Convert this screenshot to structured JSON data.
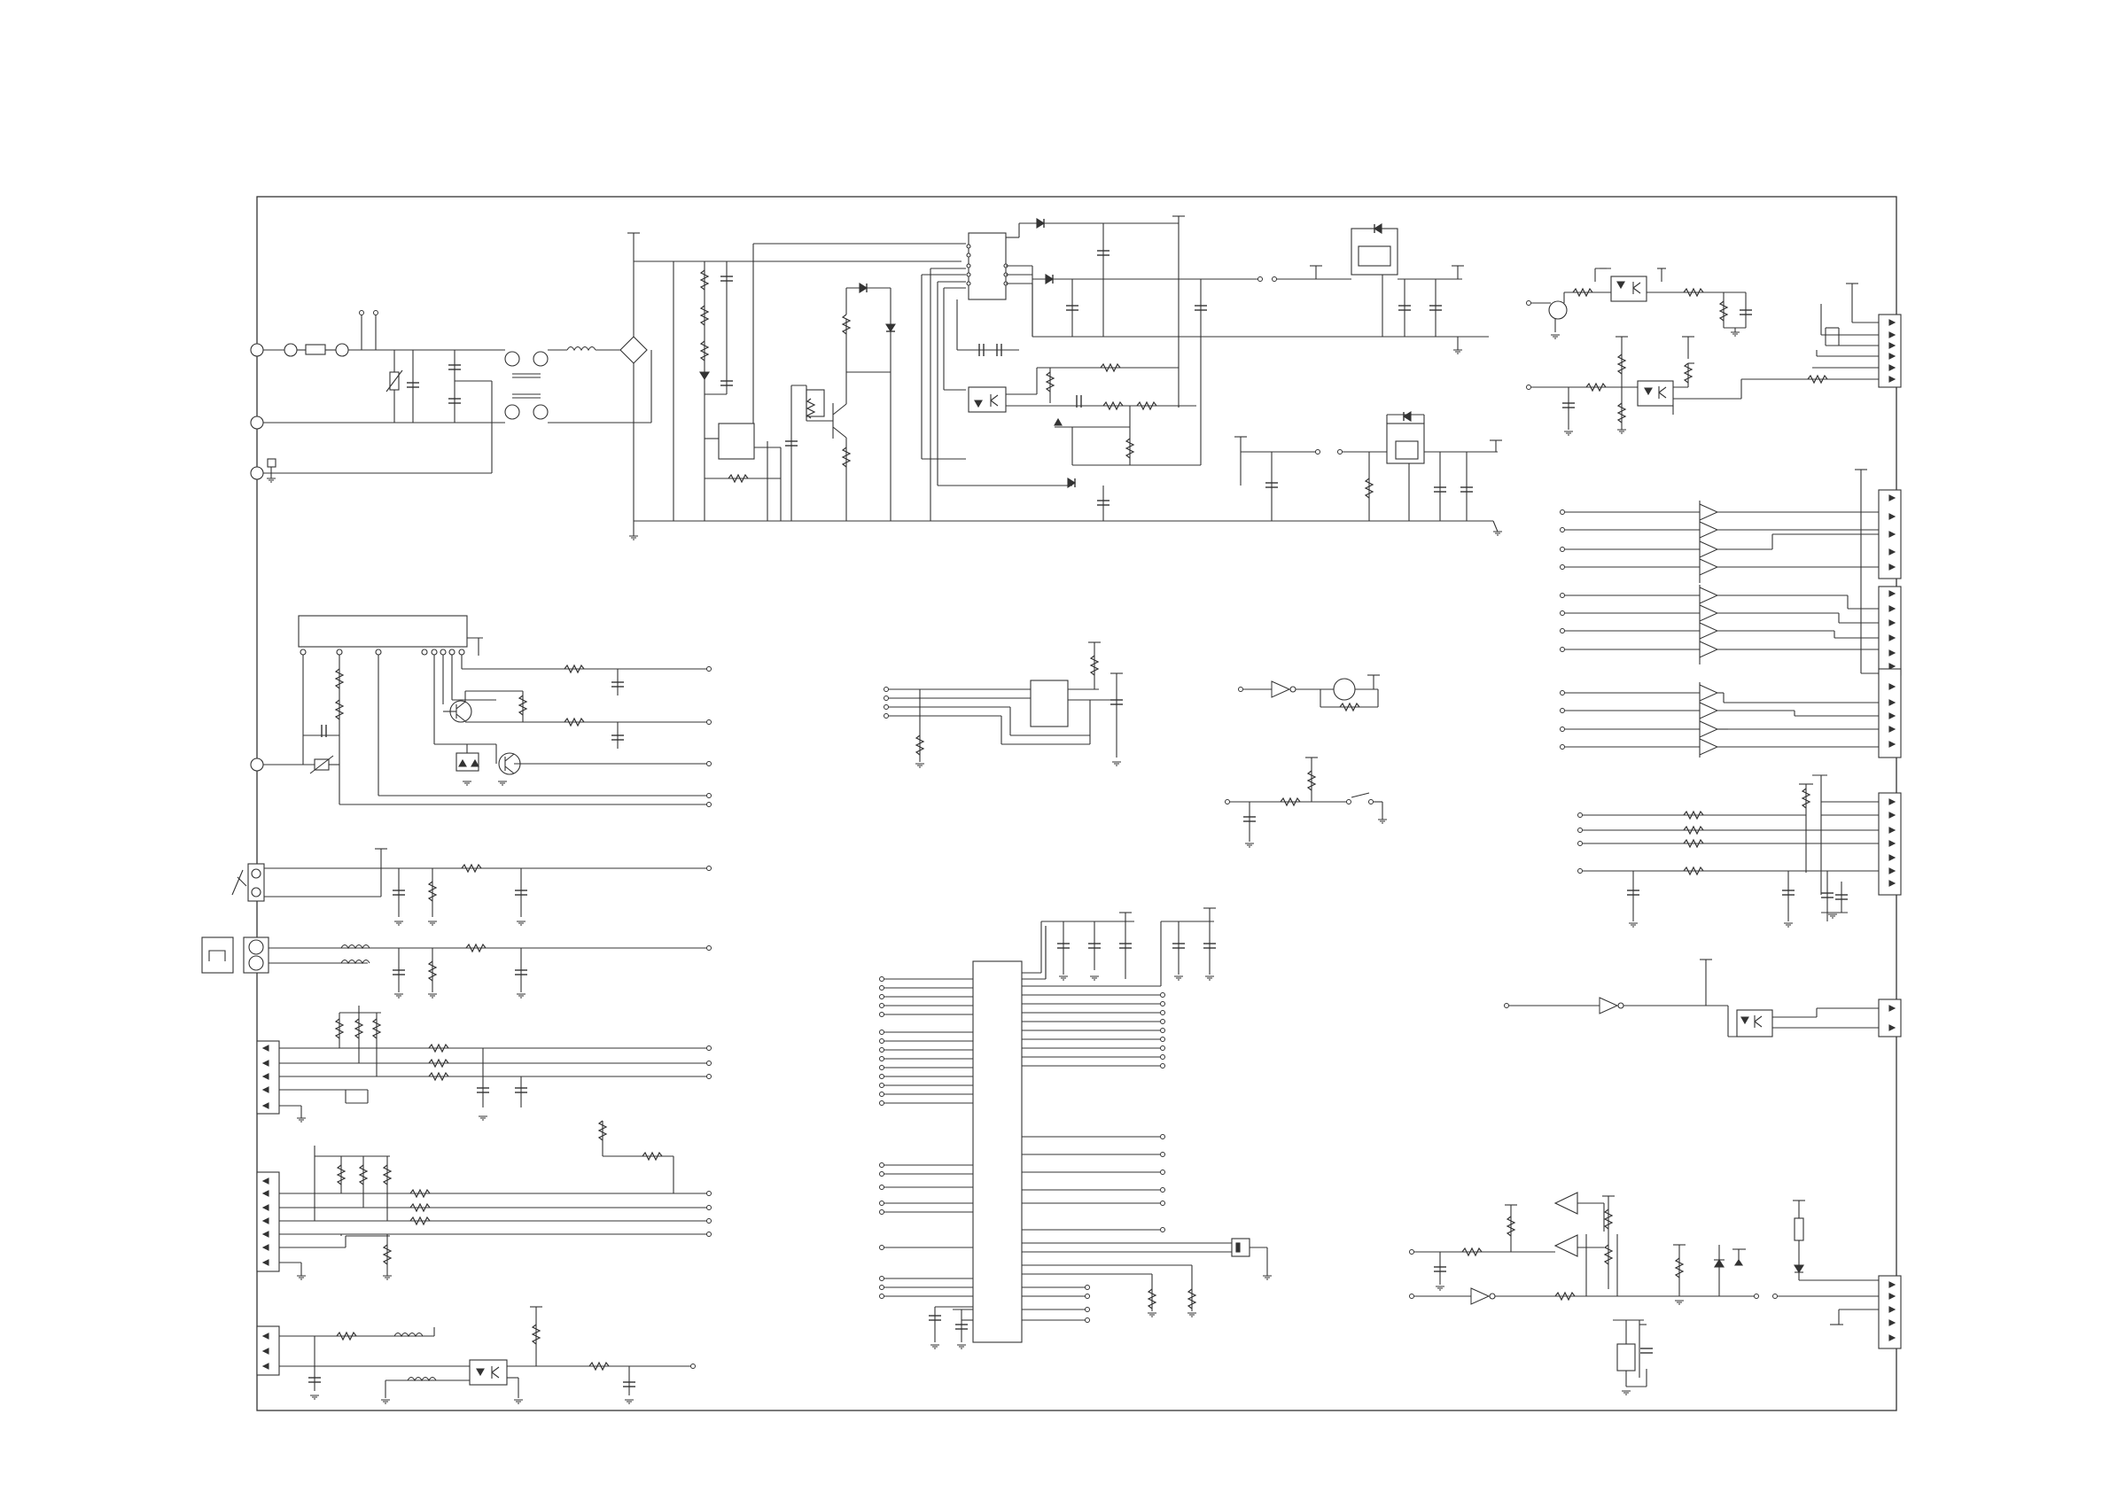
{
  "document": {
    "kind": "schematic",
    "line_color": "#333333",
    "background": "#ffffff",
    "visible_text": []
  },
  "sections": [
    {
      "id": "mains-input-filter",
      "components": [
        "fuse",
        "varistor",
        "capacitor",
        "common-mode-choke",
        "inductor",
        "bridge-rectifier"
      ]
    },
    {
      "id": "primary-switching-supply",
      "components": [
        "controller-ic",
        "transistor",
        "diode",
        "capacitor",
        "resistor",
        "transformer-winding"
      ]
    },
    {
      "id": "upper-linear-regulator",
      "components": [
        "regulator-ic",
        "diode",
        "capacitor"
      ]
    },
    {
      "id": "lower-linear-regulator",
      "components": [
        "regulator-ic",
        "diode",
        "capacitor",
        "resistor"
      ]
    },
    {
      "id": "optocoupler-feedback",
      "components": [
        "optocoupler",
        "zener-diode",
        "resistor",
        "capacitor"
      ]
    },
    {
      "id": "sensor-header-block",
      "components": [
        "module",
        "transistor",
        "resistor",
        "capacitor"
      ]
    },
    {
      "id": "thermal-input-block",
      "components": [
        "thermistor",
        "resistor",
        "capacitor"
      ]
    },
    {
      "id": "connector-left-1",
      "components": [
        "connector",
        "resistor",
        "capacitor"
      ]
    },
    {
      "id": "connector-left-2",
      "components": [
        "connector",
        "resistor"
      ]
    },
    {
      "id": "connector-left-3",
      "components": [
        "connector",
        "inductor",
        "optocoupler",
        "resistor"
      ]
    },
    {
      "id": "eeprom-block",
      "components": [
        "ic",
        "resistor",
        "capacitor"
      ]
    },
    {
      "id": "microcontroller",
      "components": [
        "mcu",
        "crystal",
        "capacitor",
        "resistor"
      ]
    },
    {
      "id": "buzzer-driver",
      "components": [
        "buffer",
        "buzzer",
        "resistor"
      ]
    },
    {
      "id": "switch-input",
      "components": [
        "switch",
        "resistor",
        "capacitor"
      ]
    },
    {
      "id": "right-io-optocouplers",
      "components": [
        "optocoupler",
        "transistor",
        "resistor",
        "capacitor",
        "connector"
      ]
    },
    {
      "id": "buffer-array-1",
      "components": [
        "buffer",
        "connector"
      ]
    },
    {
      "id": "buffer-array-2",
      "components": [
        "buffer",
        "connector"
      ]
    },
    {
      "id": "buffer-array-3",
      "components": [
        "buffer",
        "connector"
      ]
    },
    {
      "id": "right-resistor-connector",
      "components": [
        "resistor",
        "capacitor",
        "connector"
      ]
    },
    {
      "id": "right-opto-output",
      "components": [
        "buffer",
        "optocoupler",
        "connector"
      ]
    },
    {
      "id": "comparator-block",
      "components": [
        "comparator",
        "zener-diode",
        "resistor",
        "capacitor",
        "relay",
        "connector"
      ]
    }
  ]
}
